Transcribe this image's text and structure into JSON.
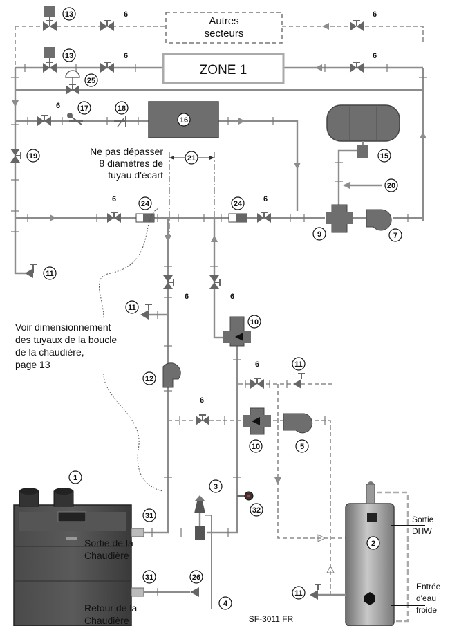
{
  "boxes": {
    "autres_secteurs_1": "Autres",
    "autres_secteurs_2": "secteurs",
    "zone1": "ZONE 1"
  },
  "notes": {
    "piping_limit_1": "Ne pas dépasser",
    "piping_limit_2": "8 diamètres de",
    "piping_limit_3": "tuyau d'écart",
    "boiler_loop_1": "Voir dimensionnement",
    "boiler_loop_2": "des tuyaux de la boucle",
    "boiler_loop_3": "de la chaudière,",
    "boiler_loop_4": "page 13"
  },
  "labels": {
    "sortie_chaudiere_1": "Sortie de la",
    "sortie_chaudiere_2": "Chaudière",
    "retour_chaudiere_1": "Retour de la",
    "retour_chaudiere_2": "Chaudière",
    "sortie_dhw_1": "Sortie",
    "sortie_dhw_2": "DHW",
    "entree_eau_1": "Entrée",
    "entree_eau_2": "d'eau",
    "entree_eau_3": "froide",
    "doc_code": "SF-3011 FR"
  },
  "callouts": {
    "n1": "1",
    "n2": "2",
    "n3": "3",
    "n4": "4",
    "n5": "5",
    "n6": "6",
    "n7": "7",
    "n9": "9",
    "n10": "10",
    "n11": "11",
    "n12": "12",
    "n13": "13",
    "n15": "15",
    "n16": "16",
    "n17": "17",
    "n18": "18",
    "n19": "19",
    "n20": "20",
    "n21": "21",
    "n24": "24",
    "n25": "25",
    "n26": "26",
    "n31": "31",
    "n32": "32"
  },
  "colors": {
    "pipe": "#8c8c8c",
    "component": "#6e6e6e",
    "boiler": "#3f3f3f",
    "tank": "#9a9a9a"
  }
}
